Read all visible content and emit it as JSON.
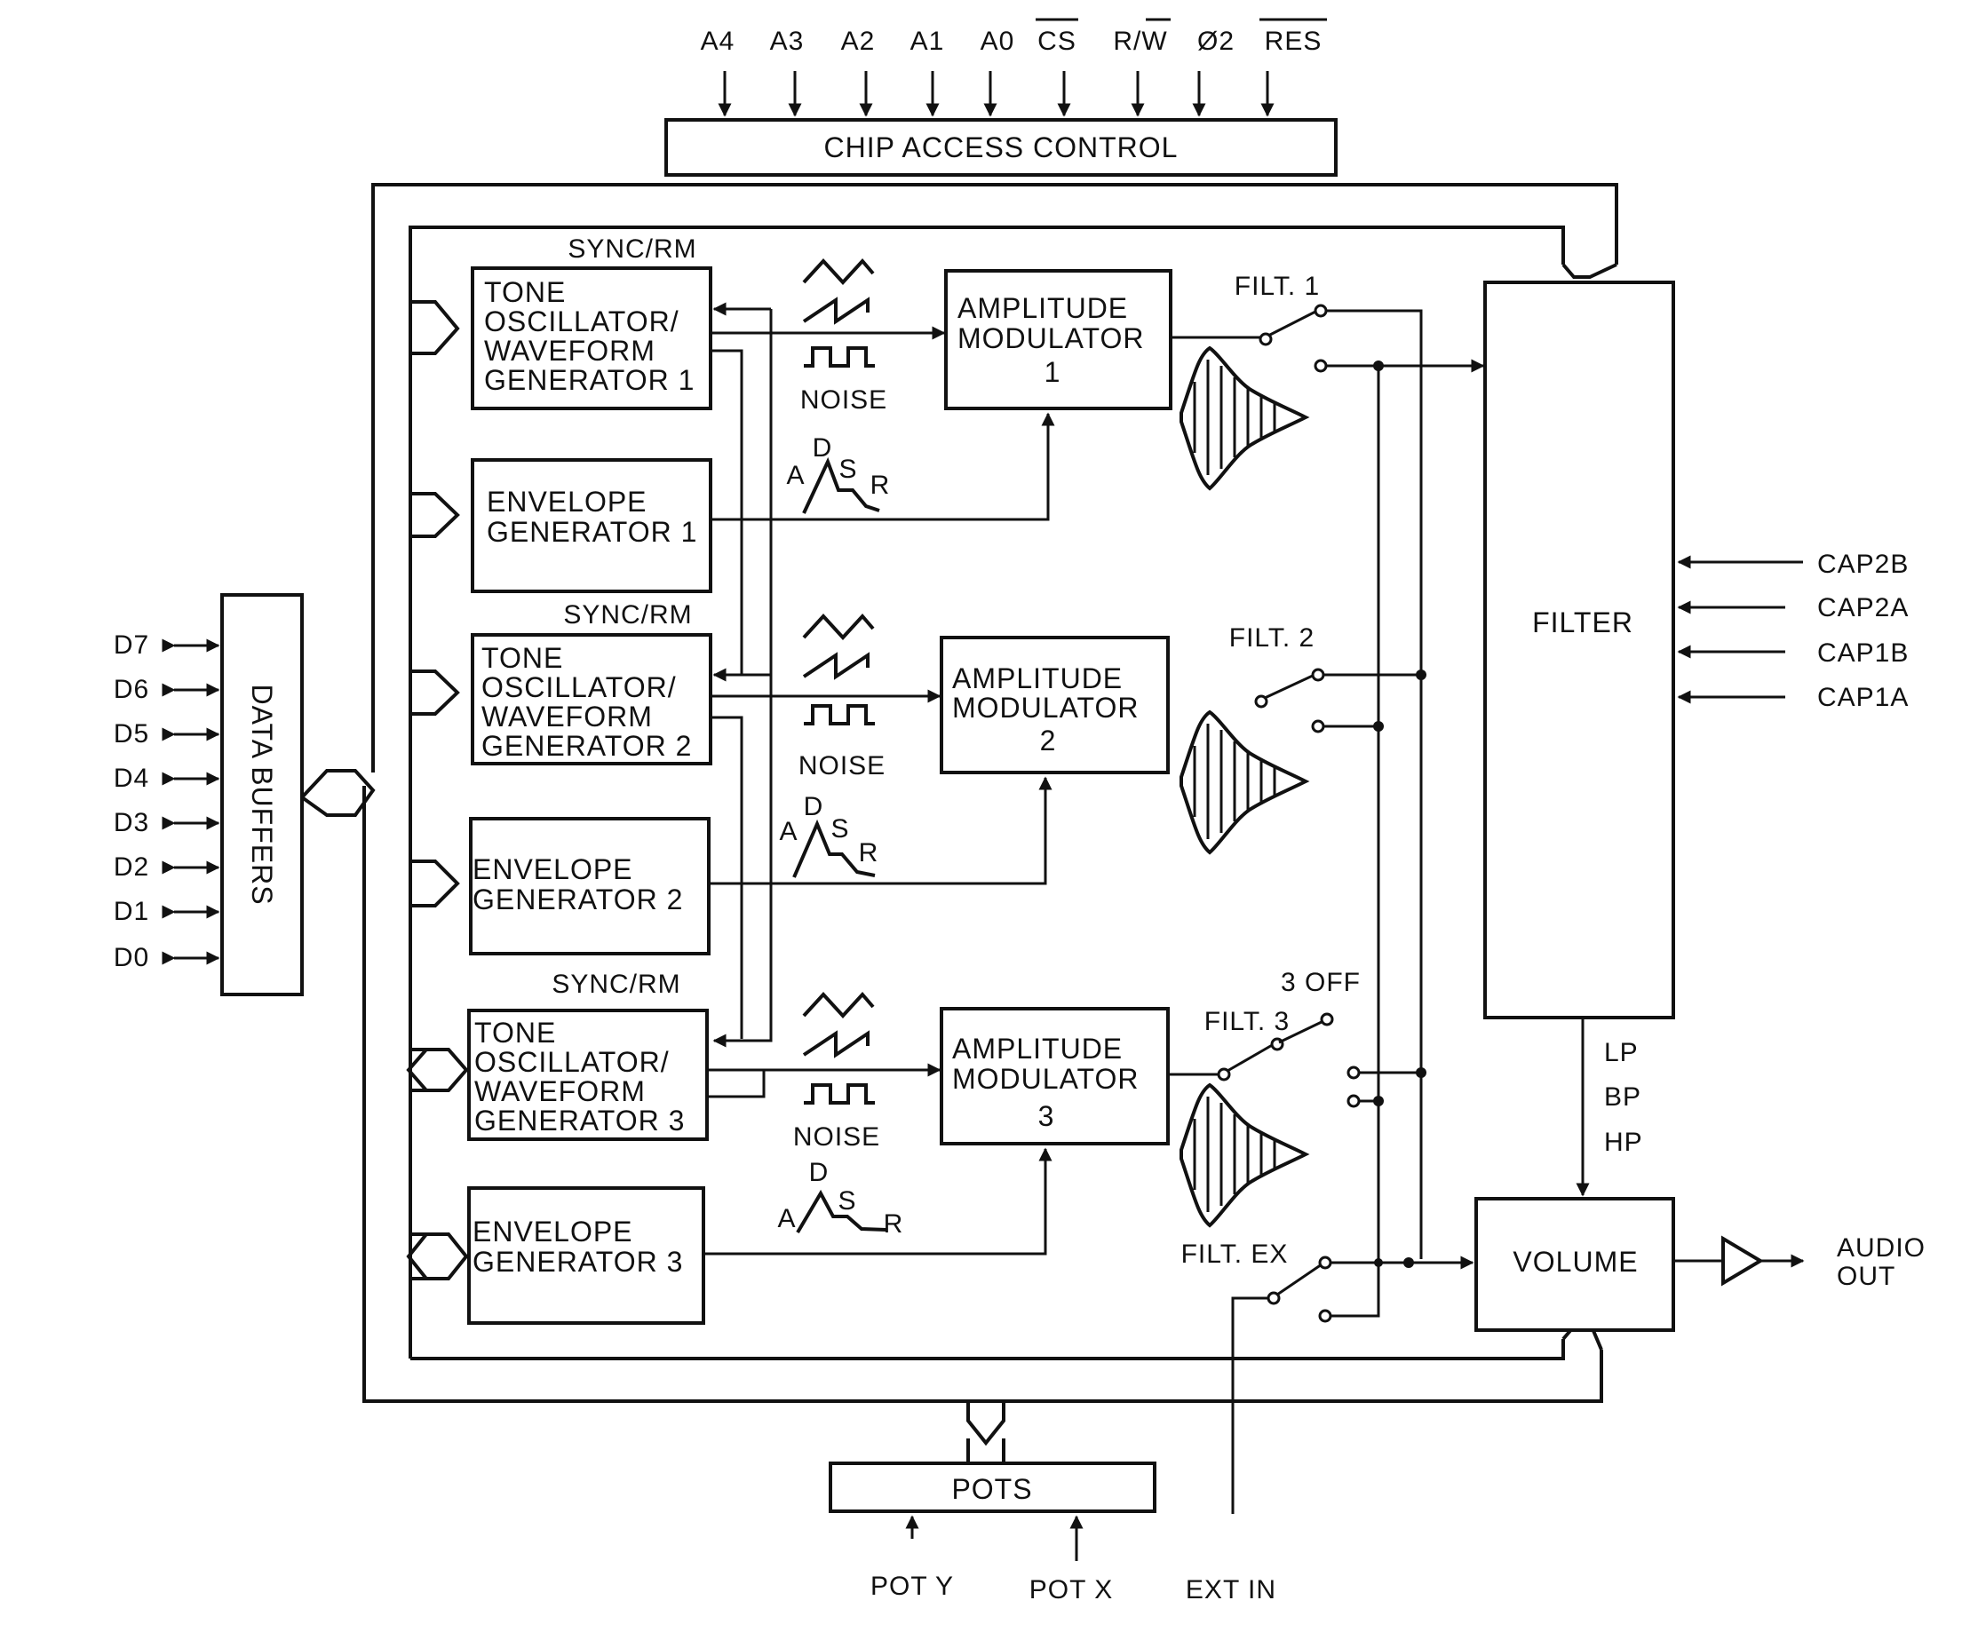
{
  "pins_top": [
    "A4",
    "A3",
    "A2",
    "A1",
    "A0",
    "CS",
    "R/W",
    "Ø2",
    "RES"
  ],
  "blocks": {
    "chip_access": "CHIP ACCESS CONTROL",
    "data_buffers": "DATA BUFFERS",
    "filter": "FILTER",
    "volume": "VOLUME",
    "pots": "POTS"
  },
  "voices": [
    {
      "sync": "SYNC/RM",
      "osc": [
        "TONE",
        "OSCILLATOR/",
        "WAVEFORM",
        "GENERATOR 1"
      ],
      "env": [
        "ENVELOPE",
        "GENERATOR 1"
      ],
      "amp": [
        "AMPLITUDE",
        "MODULATOR",
        "1"
      ],
      "noise": "NOISE",
      "filt": "FILT. 1"
    },
    {
      "sync": "SYNC/RM",
      "osc": [
        "TONE",
        "OSCILLATOR/",
        "WAVEFORM",
        "GENERATOR 2"
      ],
      "env": [
        "ENVELOPE",
        "GENERATOR 2"
      ],
      "amp": [
        "AMPLITUDE",
        "MODULATOR",
        "2"
      ],
      "noise": "NOISE",
      "filt": "FILT. 2"
    },
    {
      "sync": "SYNC/RM",
      "osc": [
        "TONE",
        "OSCILLATOR/",
        "WAVEFORM",
        "GENERATOR 3"
      ],
      "env": [
        "ENVELOPE",
        "GENERATOR 3"
      ],
      "amp": [
        "AMPLITUDE",
        "MODULATOR",
        "3"
      ],
      "noise": "NOISE",
      "filt": "FILT. 3"
    }
  ],
  "adsr": [
    "A",
    "D",
    "S",
    "R"
  ],
  "three_off": "3 OFF",
  "filt_ex": "FILT. EX",
  "data_pins": [
    "D7",
    "D6",
    "D5",
    "D4",
    "D3",
    "D2",
    "D1",
    "D0"
  ],
  "cap_pins": [
    "CAP2B",
    "CAP2A",
    "CAP1B",
    "CAP1A"
  ],
  "filter_modes": [
    "LP",
    "BP",
    "HP"
  ],
  "audio_out": [
    "AUDIO",
    "OUT"
  ],
  "bottom_pins": [
    "POT Y",
    "POT X",
    "EXT IN"
  ]
}
